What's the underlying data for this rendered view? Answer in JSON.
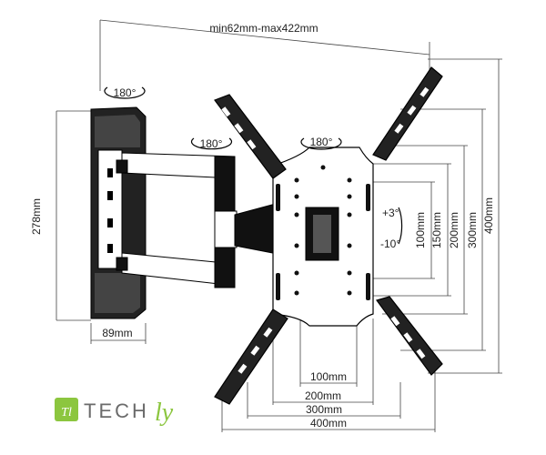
{
  "dimensions": {
    "arm_extension": "min62mm-max422mm",
    "wall_plate_height": "278mm",
    "wall_plate_depth": "89mm",
    "vesa_h_100": "100mm",
    "vesa_h_200": "200mm",
    "vesa_h_300": "300mm",
    "vesa_h_400": "400mm",
    "vesa_v_100": "100mm",
    "vesa_v_150": "150mm",
    "vesa_v_200": "200mm",
    "vesa_v_300": "300mm",
    "vesa_v_400": "400mm"
  },
  "rotations": {
    "wall_swivel": "180°",
    "arm_swivel": "180°",
    "plate_swivel": "180°",
    "tilt_up": "+3°",
    "tilt_down": "-10°"
  },
  "brand": {
    "name_main": "TECH",
    "name_accent": "ly",
    "accent_color": "#8cc63f",
    "text_color": "#6b6b6b"
  }
}
